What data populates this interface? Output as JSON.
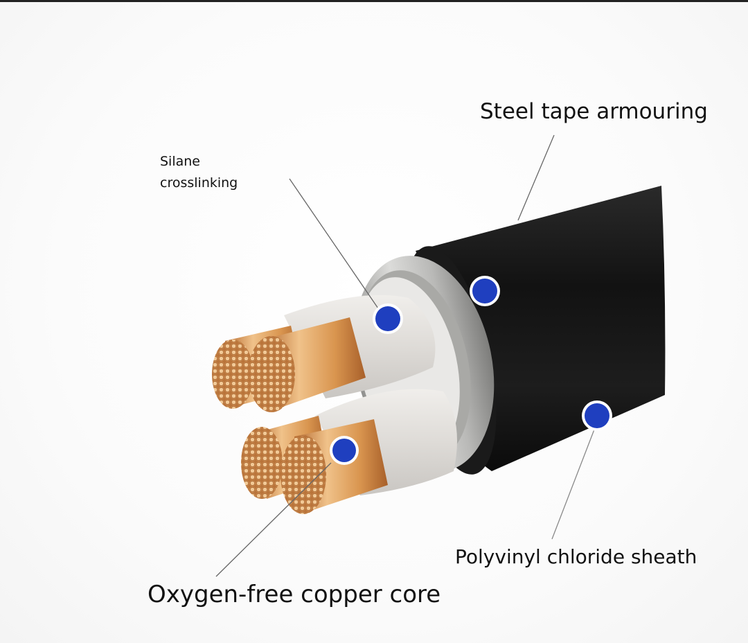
{
  "labels": {
    "steel_tape": "Steel tape armouring",
    "silane_line1": "Silane",
    "silane_line2": "crosslinking",
    "pvc_sheath": "Polyvinyl chloride sheath",
    "copper_core": "Oxygen-free copper core"
  },
  "colors": {
    "marker_blue": "#1f3fbf",
    "sheath_black": "#141414",
    "steel_silver": "#c9c9c7",
    "insulation_white": "#e4e2df",
    "copper": "#d99a58"
  }
}
